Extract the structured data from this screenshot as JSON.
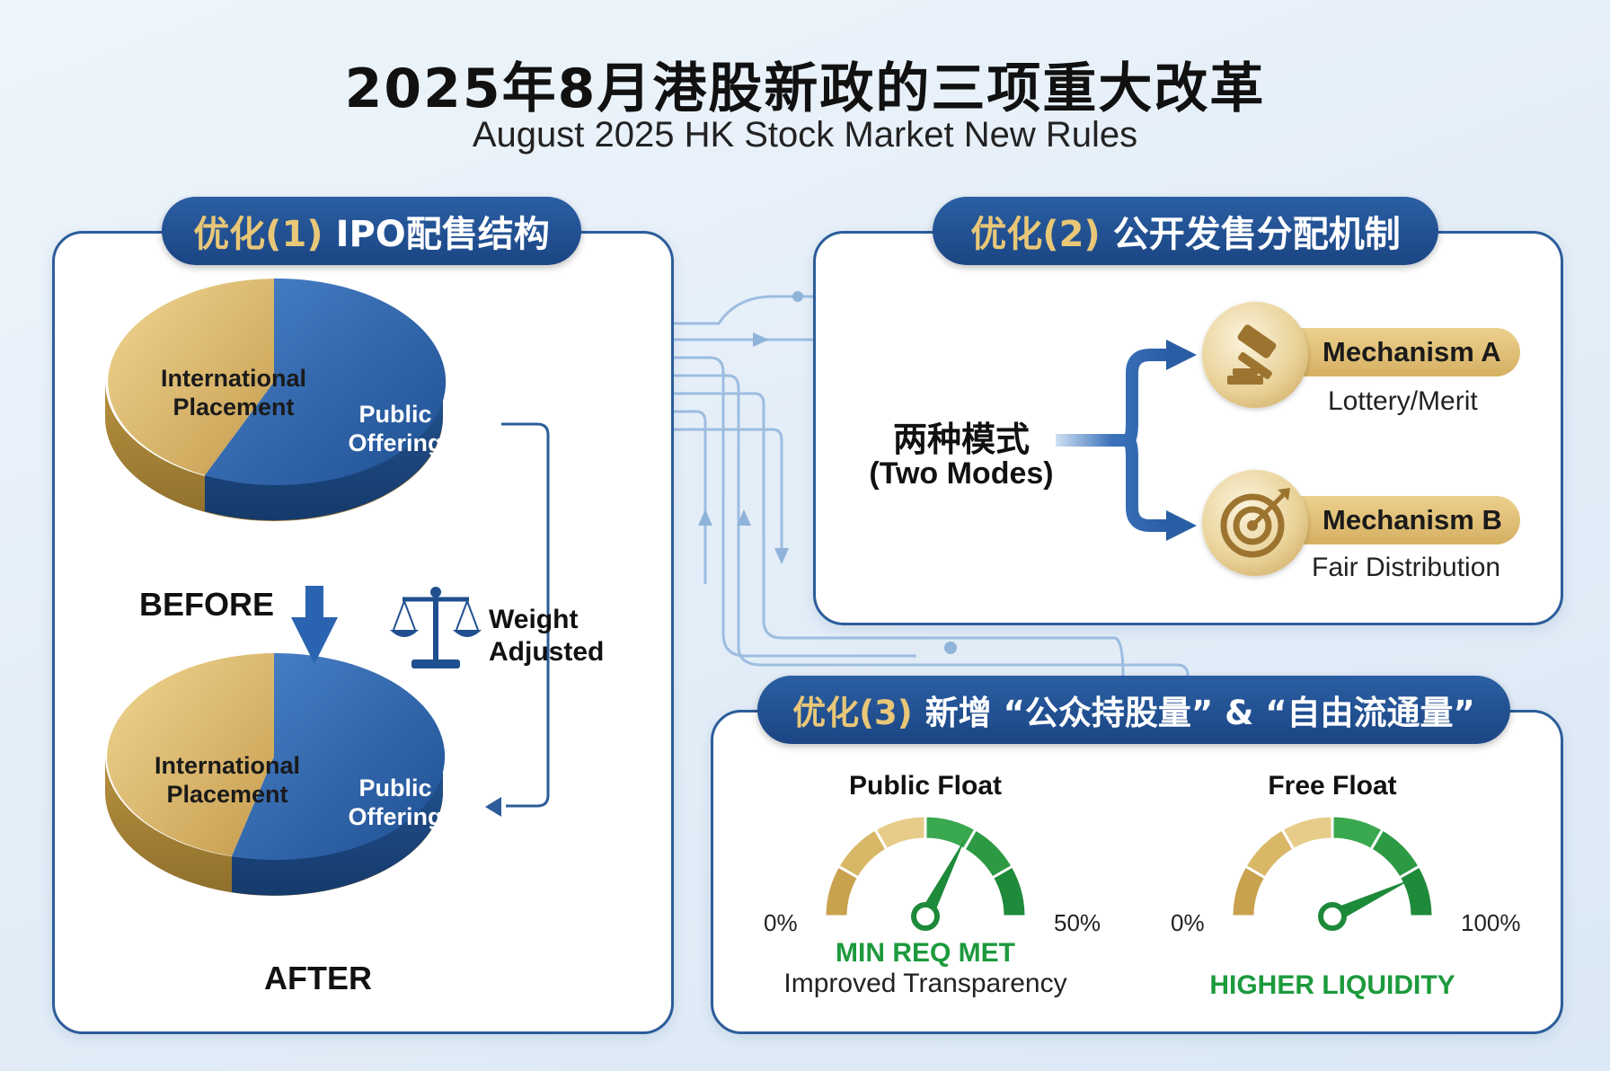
{
  "title": {
    "zh": "2025年8月港股新政的三项重大改革",
    "en": "August 2025 HK Stock Market New Rules"
  },
  "colors": {
    "navy": "#1f4f8f",
    "gold": "#d9b45f",
    "green": "#1d9a3d",
    "light_blue_lines": "#8fb3d9"
  },
  "section1": {
    "pill_prefix": "优化(1)",
    "pill_title": "IPO配售结构",
    "before_label": "BEFORE",
    "after_label": "AFTER",
    "pie_label_international": "International\nPlacement",
    "pie_label_public": "Public\nOffering",
    "weight_label": "Weight\nAdjusted",
    "icons": [
      "arrow-down-icon",
      "scale-icon",
      "loop-arrow-icon"
    ]
  },
  "section2": {
    "pill_prefix": "优化(2)",
    "pill_title": "公开发售分配机制",
    "modes_zh": "两种模式",
    "modes_en": "(Two Modes)",
    "mechanism_a": {
      "title": "Mechanism A",
      "subtitle": "Lottery/Merit",
      "icon": "gavel-icon"
    },
    "mechanism_b": {
      "title": "Mechanism B",
      "subtitle": "Fair Distribution",
      "icon": "target-icon"
    }
  },
  "section3": {
    "pill_prefix": "优化(3)",
    "pill_title": "新增 “公众持股量” & “自由流通量”",
    "public_float": {
      "title": "Public Float",
      "min": "0%",
      "max": "50%",
      "status": "MIN REQ MET",
      "subtitle": "Improved Transparency",
      "needle_fraction": 0.65
    },
    "free_float": {
      "title": "Free Float",
      "min": "0%",
      "max": "100%",
      "status": "HIGHER LIQUIDITY",
      "needle_fraction": 0.86
    }
  }
}
